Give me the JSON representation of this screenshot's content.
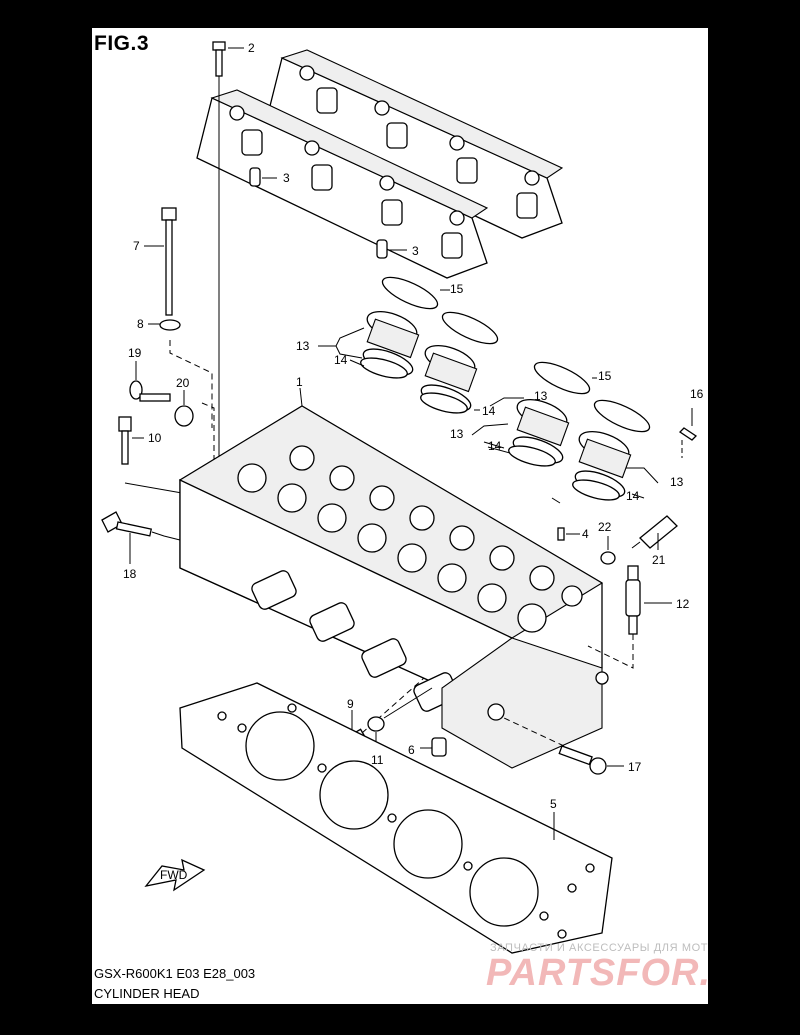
{
  "figure": {
    "title": "FIG.3",
    "model_code": "GSX-R600K1 E03 E28_003",
    "caption": "CYLINDER HEAD"
  },
  "watermark": {
    "text": "ЗАПЧАСТИ И АКСЕССУАРЫ ДЛЯ МОТОТЕХНИКИ",
    "logo": "PARTSFOR.RU",
    "color": "#e06060"
  },
  "callouts": {
    "c2": "2",
    "c3a": "3",
    "c3b": "3",
    "c7": "7",
    "c8": "8",
    "c19": "19",
    "c20": "20",
    "c10": "10",
    "c1": "1",
    "c15a": "15",
    "c13a": "13",
    "c14a": "14",
    "c13b": "13",
    "c14b": "14",
    "c15b": "15",
    "c16": "16",
    "c13c": "13",
    "c14c": "14",
    "c13d": "13",
    "c14d": "14",
    "c4": "4",
    "c22": "22",
    "c21": "21",
    "c12": "12",
    "c18": "18",
    "c9": "9",
    "c11": "11",
    "c6": "6",
    "c17": "17",
    "c5": "5"
  },
  "fwd_label": "FWD",
  "icons": [
    "fwd-arrow-icon"
  ]
}
